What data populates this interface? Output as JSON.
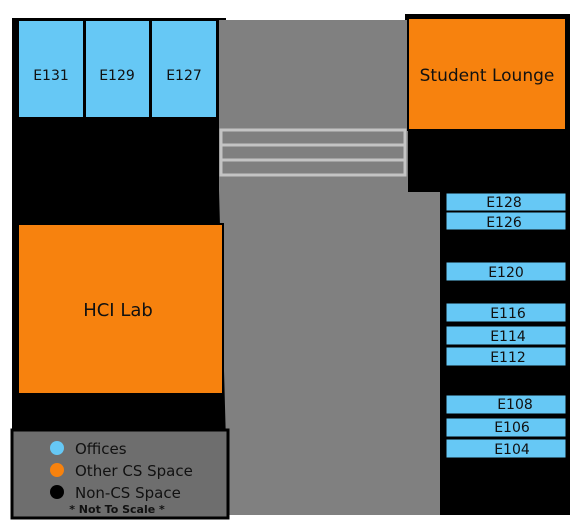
{
  "colors": {
    "office": "#66c8f5",
    "other_cs": "#f7820e",
    "non_cs": "#000000",
    "hallway": "#808080",
    "legend_bg": "#6e6e6e",
    "stairs": "#c4c4c4"
  },
  "rooms": {
    "e131": "E131",
    "e129": "E129",
    "e127": "E127",
    "student_lounge": "Student Lounge",
    "hci_lab": "HCI Lab",
    "e128": "E128",
    "e126": "E126",
    "e120": "E120",
    "e116": "E116",
    "e114": "E114",
    "e112": "E112",
    "e108": "E108",
    "e106": "E106",
    "e104": "E104"
  },
  "legend": {
    "items": [
      {
        "label": "Offices",
        "color": "#66c8f5"
      },
      {
        "label": "Other CS Space",
        "color": "#f7820e"
      },
      {
        "label": "Non-CS Space",
        "color": "#000000"
      }
    ],
    "note": "* Not To Scale *"
  }
}
